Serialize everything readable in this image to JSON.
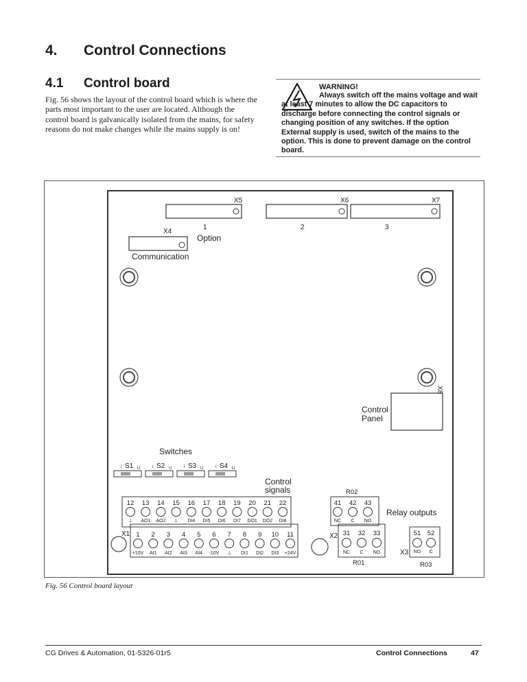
{
  "heading": {
    "number": "4.",
    "title": "Control Connections"
  },
  "subheading": {
    "number": "4.1",
    "title": "Control board"
  },
  "intro": "Fig. 56 shows the layout of the control board which is where the parts most important to the user are located. Although the control board is galvanically isolated from the mains, for safety reasons do not make changes while the mains supply is on!",
  "warning": {
    "title": "WARNING!",
    "text": "Always switch off the mains voltage and wait at least 7 minutes to allow the DC capacitors to discharge before connecting the control signals or changing position of any switches. If the option External supply is used, switch of the mains to the option. This is done to prevent damage on the control board.",
    "icon": "high-voltage-warning-icon"
  },
  "figure": {
    "caption": "Fig. 56   Control board layout",
    "connectors": {
      "x4": "X4",
      "x5": "X5",
      "x6": "X6",
      "x7": "X7",
      "x8": "X8"
    },
    "option_slots": [
      "1",
      "2",
      "3"
    ],
    "option_label": "Option",
    "communication_label": "Communication",
    "control_panel_label": [
      "Control",
      "Panel"
    ],
    "switches_label": "Switches",
    "switches": [
      {
        "label": "S1",
        "pos_left": "I",
        "pos_right": "U"
      },
      {
        "label": "S2",
        "pos_left": "I",
        "pos_right": "U"
      },
      {
        "label": "S3",
        "pos_left": "I",
        "pos_right": "U"
      },
      {
        "label": "S4",
        "pos_left": "I",
        "pos_right": "U"
      }
    ],
    "control_signals_label": [
      "Control",
      "signals"
    ],
    "x1_label": "X1",
    "x2_label": "X2",
    "x3_label": "X3",
    "top_row_numbers": [
      "12",
      "13",
      "14",
      "15",
      "16",
      "17",
      "18",
      "19",
      "20",
      "21",
      "22"
    ],
    "top_row_signals": [
      "⊥",
      "AO1",
      "AO2",
      "⊥",
      "DI4",
      "DI5",
      "DI6",
      "DI7",
      "DO1",
      "DO2",
      "DI8"
    ],
    "bottom_row_numbers": [
      "1",
      "2",
      "3",
      "4",
      "5",
      "6",
      "7",
      "8",
      "9",
      "10",
      "11"
    ],
    "bottom_row_signals": [
      "+10V",
      "AI1",
      "AI2",
      "AI3",
      "AI4",
      "-10V",
      "⊥",
      "DI1",
      "DI2",
      "DI3",
      "+24V"
    ],
    "relay_outputs_label": "Relay outputs",
    "r02": {
      "label": "R02",
      "numbers": [
        "41",
        "42",
        "43"
      ],
      "signals": [
        "NC",
        "C",
        "NO"
      ]
    },
    "r01": {
      "label": "R01",
      "numbers": [
        "31",
        "32",
        "33"
      ],
      "signals": [
        "NC",
        "C",
        "NO"
      ]
    },
    "r03": {
      "label": "R03",
      "numbers": [
        "51",
        "52"
      ],
      "signals": [
        "NO",
        "C"
      ]
    }
  },
  "footer": {
    "left": "CG Drives & Automation, 01-5326-01r5",
    "title": "Control Connections",
    "page": "47"
  }
}
